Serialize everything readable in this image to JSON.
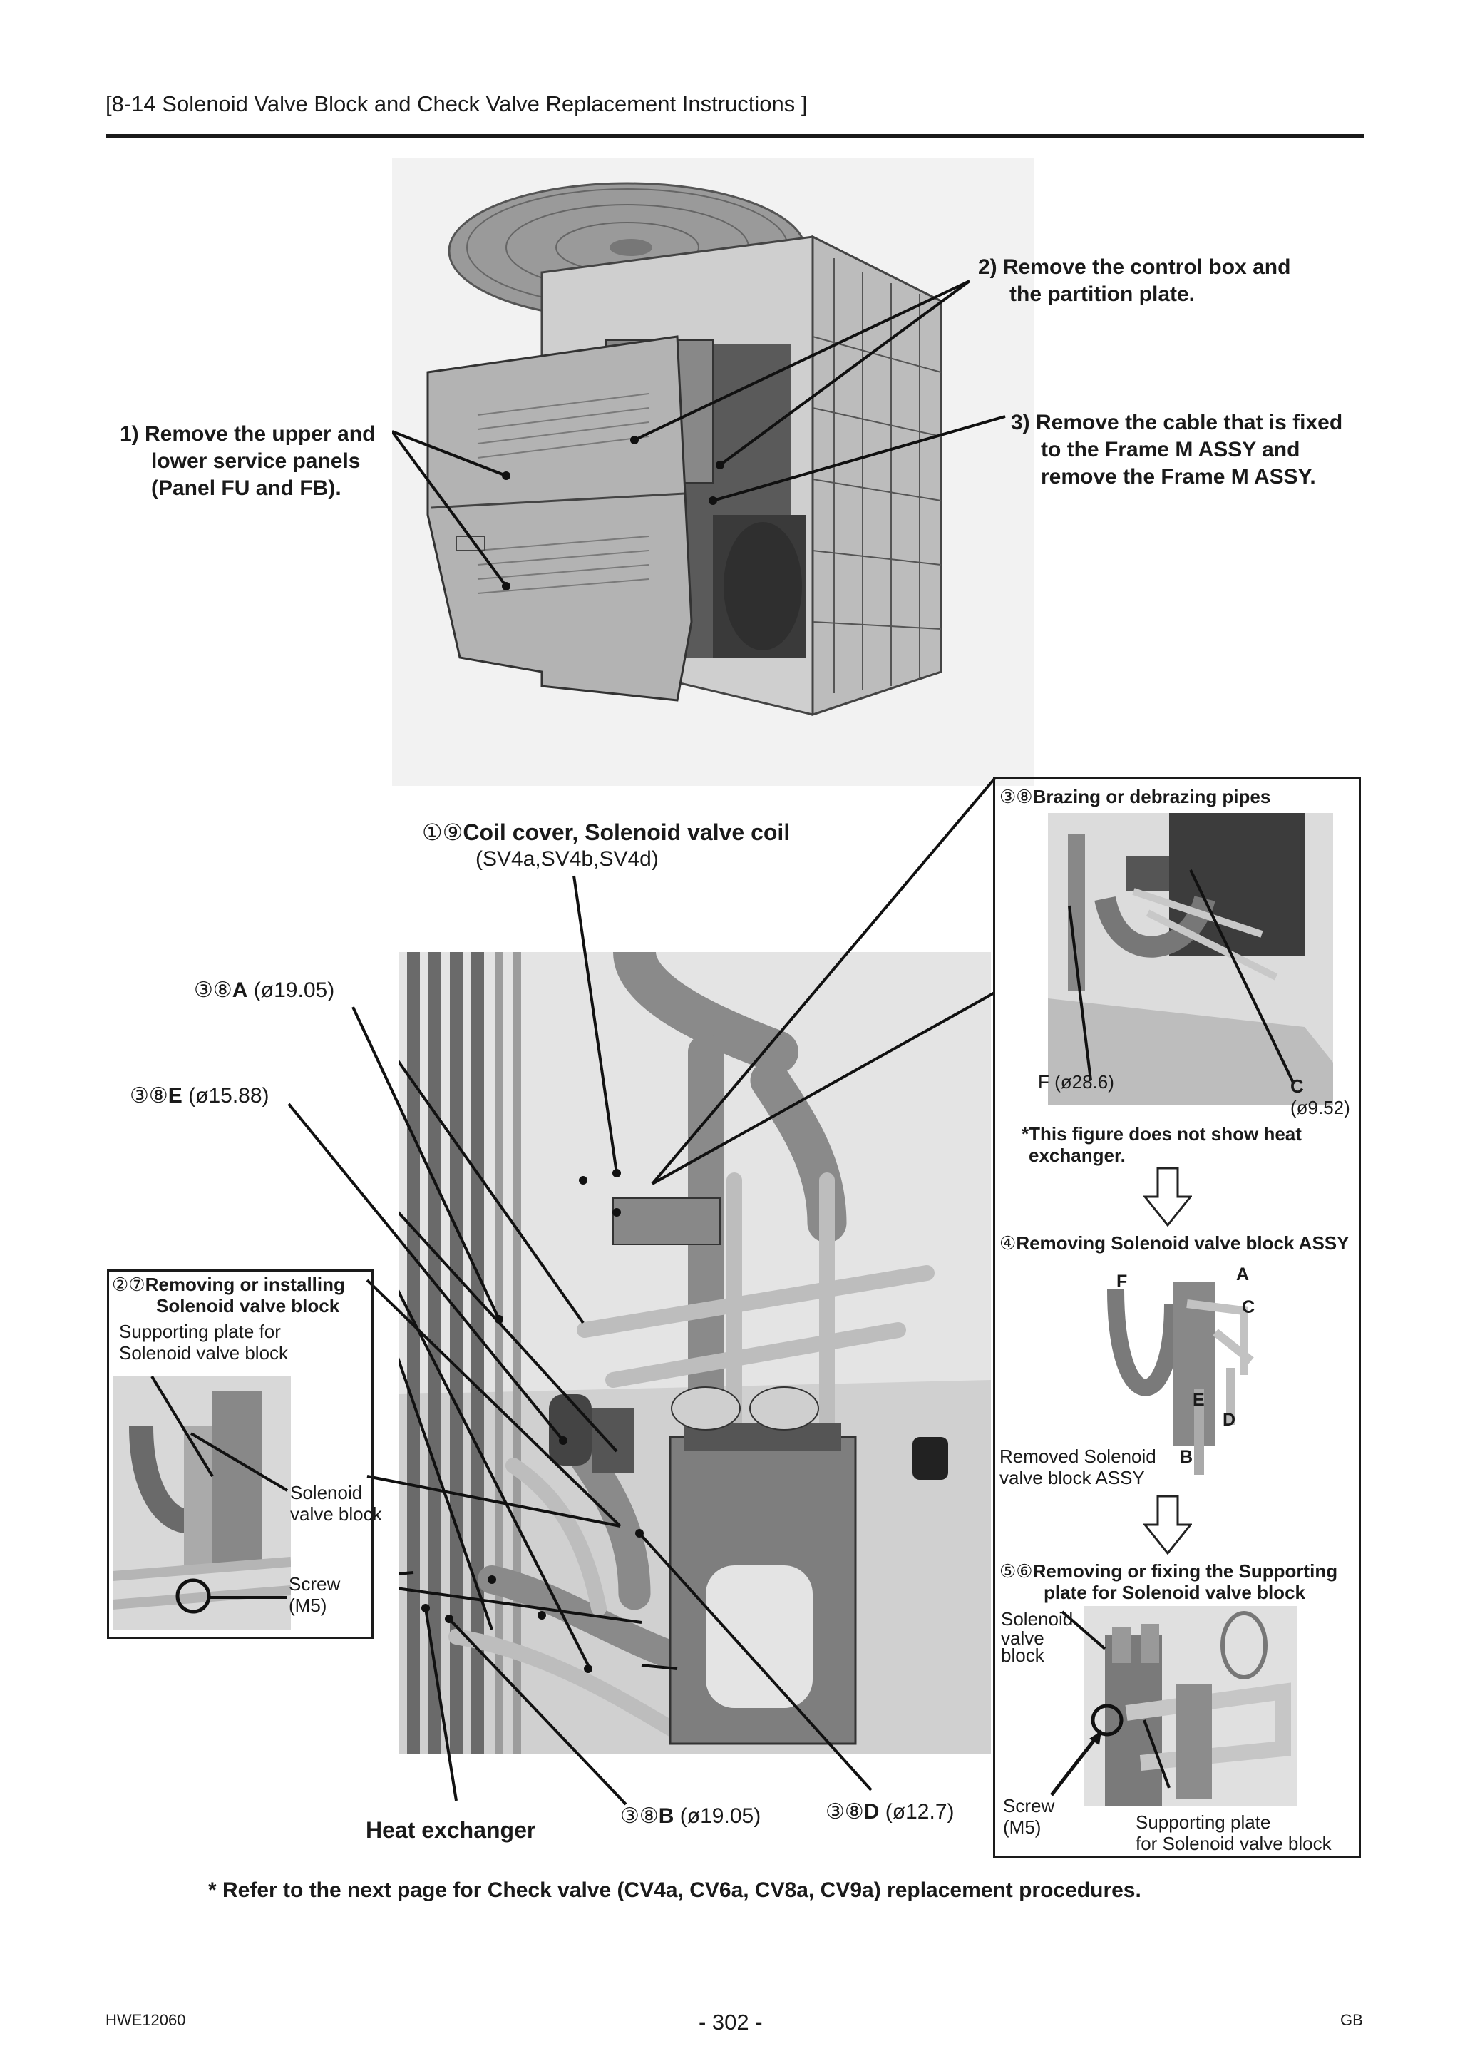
{
  "header": {
    "title": "[8-14 Solenoid Valve Block and Check Valve Replacement Instructions ]"
  },
  "callouts": {
    "step1": [
      "1) Remove the upper and",
      "lower service panels",
      "(Panel FU and FB)."
    ],
    "step2": [
      "2) Remove the control box and",
      "the partition plate."
    ],
    "step3": [
      "3) Remove the cable that is fixed",
      "to the Frame M ASSY and",
      "remove the Frame M ASSY."
    ],
    "coil_nums": "①⑨",
    "coil_title": "Coil cover, Solenoid valve coil",
    "coil_sub": "(SV4a,SV4b,SV4d)",
    "a_nums": "③⑧",
    "a_letter": "A",
    "a_size": " (ø19.05)",
    "e_nums": "③⑧",
    "e_letter": "E",
    "e_size": " (ø15.88)",
    "b_nums": "③⑧",
    "b_letter": "B",
    "b_size": " (ø19.05)",
    "d_nums": "③⑧",
    "d_letter": "D",
    "d_size": " (ø12.7)",
    "heat_exchanger": "Heat exchanger"
  },
  "left_box": {
    "nums": "②⑦",
    "title_line1": "Removing or installing",
    "title_line2": "Solenoid valve block",
    "support_line1": "Supporting plate for",
    "support_line2": "Solenoid valve block",
    "solenoid_line1": "Solenoid",
    "solenoid_line2": "valve block",
    "screw_line1": "Screw",
    "screw_line2": "(M5)"
  },
  "right_box": {
    "sec1_nums": "③⑧",
    "sec1_title": "Brazing or debrazing pipes",
    "f_label": "F (ø28.6)",
    "c_letter": "C",
    "c_size": "(ø9.52)",
    "note_line1": "*This figure does not show heat",
    "note_line2": "exchanger.",
    "sec2_nums": "④",
    "sec2_title": "Removing Solenoid valve block ASSY",
    "letters": {
      "f": "F",
      "a": "A",
      "c": "C",
      "e": "E",
      "d": "D",
      "b": "B"
    },
    "removed_line1": "Removed Solenoid",
    "removed_line2": "valve block ASSY",
    "sec3_nums": "⑤⑥",
    "sec3_title_line1": "Removing or fixing the Supporting",
    "sec3_title_line2": "plate for Solenoid valve block",
    "sol_line1": "Solenoid",
    "sol_line2": "valve",
    "sol_line3": "block",
    "screw_line1": "Screw",
    "screw_line2": "(M5)",
    "support_line1": "Supporting plate",
    "support_line2": "for Solenoid valve block"
  },
  "note": "* Refer to the next page for Check valve (CV4a, CV6a, CV8a, CV9a) replacement procedures.",
  "footer": {
    "doc_code": "HWE12060",
    "page": "- 302 -",
    "region": "GB"
  }
}
